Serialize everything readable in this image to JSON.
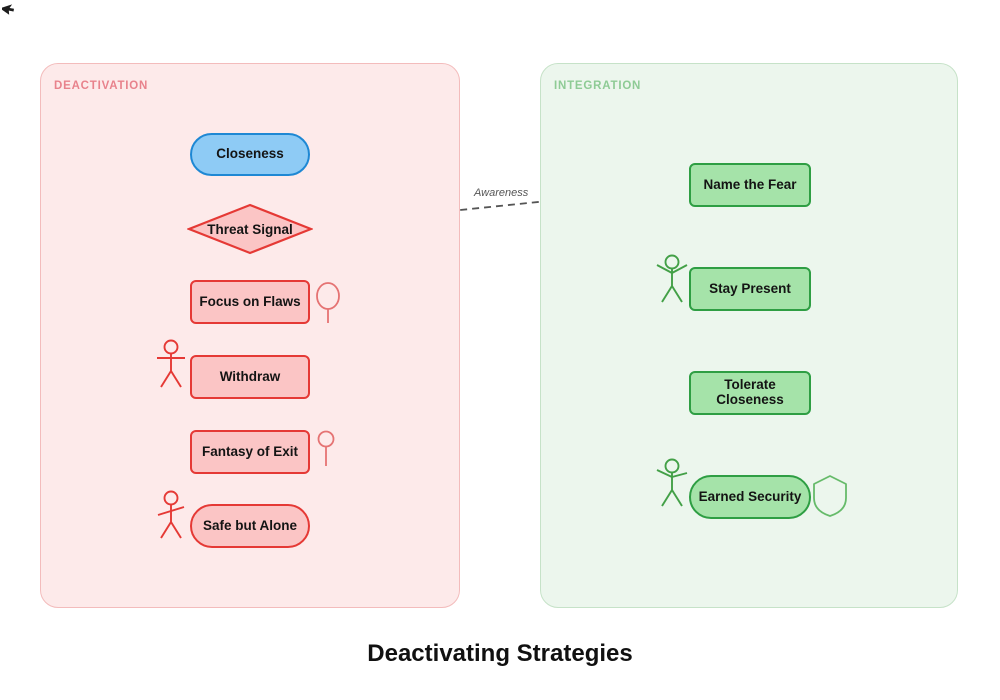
{
  "diagram": {
    "title": "Deactivating Strategies",
    "panels": [
      {
        "id": "deactivation",
        "label": "DEACTIVATION",
        "accent": "#e8828c",
        "fill": "#fdeaea",
        "border": "#f3bcbc",
        "nodes": [
          {
            "label": "Closeness",
            "shape": "stadium",
            "color": "blue"
          },
          {
            "label": "Threat Signal",
            "shape": "diamond",
            "color": "red"
          },
          {
            "label": "Focus on Flaws",
            "shape": "rect",
            "color": "red"
          },
          {
            "label": "Withdraw",
            "shape": "rect",
            "color": "red"
          },
          {
            "label": "Fantasy of Exit",
            "shape": "rect",
            "color": "red"
          },
          {
            "label": "Safe but Alone",
            "shape": "stadium",
            "color": "red"
          }
        ]
      },
      {
        "id": "integration",
        "label": "INTEGRATION",
        "accent": "#8ecb95",
        "fill": "#ecf6ed",
        "border": "#c6e2c8",
        "nodes": [
          {
            "label": "Name the Fear",
            "shape": "rect",
            "color": "green"
          },
          {
            "label": "Stay Present",
            "shape": "rect",
            "color": "green"
          },
          {
            "label": "Tolerate Closeness",
            "shape": "rect",
            "color": "green"
          },
          {
            "label": "Earned Security",
            "shape": "stadium",
            "color": "green"
          }
        ]
      }
    ],
    "cross_edge": {
      "label": "Awareness",
      "style": "dashed",
      "color": "#555555"
    },
    "icons": [
      {
        "name": "balloon-icon",
        "color": "#e57373"
      },
      {
        "name": "person-arms-down-icon",
        "color": "#e53935"
      },
      {
        "name": "pin-icon",
        "color": "#e57373"
      },
      {
        "name": "person-arms-down-icon-2",
        "color": "#e53935"
      },
      {
        "name": "person-arms-up-icon",
        "color": "#43a047"
      },
      {
        "name": "person-arms-up-icon-2",
        "color": "#43a047"
      },
      {
        "name": "shield-icon",
        "color": "#66bb6a"
      }
    ],
    "colors": {
      "red_fill": "#fbc5c5",
      "red_stroke": "#e53935",
      "green_fill": "#a5e3a9",
      "green_stroke": "#2e9e43",
      "blue_fill": "#8ecbf5",
      "blue_stroke": "#1e88d4",
      "arrow": "#1a1a1a"
    }
  }
}
